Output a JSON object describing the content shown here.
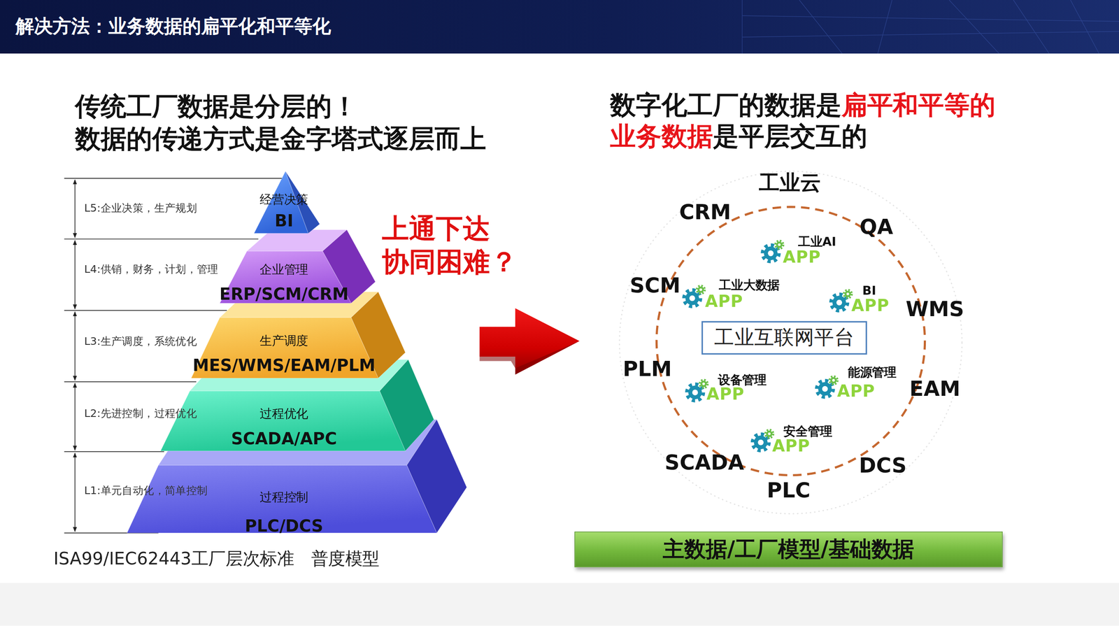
{
  "diagram": {
    "title": "解决方法：业务数据的扁平化和平等化",
    "caption": "ISA99/IEC62443工厂层次标准 普度模型",
    "nodes": [
      {
        "text": [
          "经营决策",
          "BI"
        ]
      },
      {
        "text": [
          "企业管理",
          "ERP/SCM/CRM"
        ]
      },
      {
        "text": [
          "生产调度",
          "MES/WMS/EAM/PLM"
        ]
      },
      {
        "text": [
          "过程优化",
          "SCADA/APC"
        ]
      },
      {
        "text": [
          "过程控制",
          "PLC/DCS"
        ]
      },
      {
        "text": [
          "工业互联网平台"
        ]
      },
      {
        "text": [
          "主数据/工厂模型/基础数据"
        ]
      }
    ],
    "labels": [
      "传统工厂数据是分层的！",
      "数据的传递方式是金字塔式逐层而上",
      "L5:企业决策，生产规划",
      "L4:供销，财务，计划，管理",
      "L3:生产调度，系统优化",
      "L2:先进控制，过程优化",
      "L1:单元自动化，简单控制",
      "上通下达 协同困难？",
      "数字化工厂的数据是",
      "扁平和平等的",
      "业务数据",
      "是平层交互的",
      "工业云",
      "CRM",
      "QA",
      "SCM",
      "WMS",
      "PLM",
      "EAM",
      "SCADA",
      "DCS",
      "PLC",
      "工业AI",
      "APP",
      "工业大数据",
      "APP",
      "BI",
      "APP",
      "设备管理",
      "APP",
      "能源管理",
      "APP",
      "安全管理",
      "APP"
    ]
  }
}
